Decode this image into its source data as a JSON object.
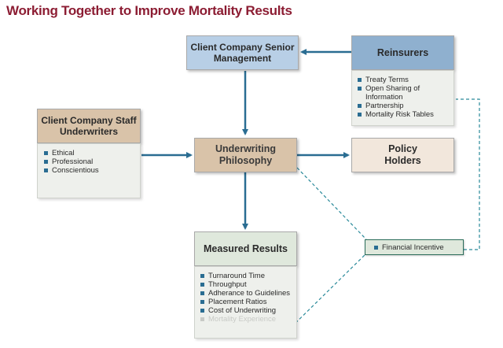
{
  "title": "Working Together to Improve Mortality Results",
  "nodes": {
    "senior_management": {
      "label": "Client Company Senior Management"
    },
    "reinsurers": {
      "label": "Reinsurers",
      "items": [
        "Treaty Terms",
        "Open Sharing of Information",
        "Partnership",
        "Mortality Risk Tables"
      ]
    },
    "staff_underwriters": {
      "label": "Client Company Staff Underwriters",
      "items": [
        "Ethical",
        "Professional",
        "Conscientious"
      ]
    },
    "underwriting_philosophy": {
      "label": "Underwriting Philosophy"
    },
    "policy_holders": {
      "label": "Policy Holders"
    },
    "measured_results": {
      "label": "Measured Results",
      "items": [
        "Turnaround Time",
        "Throughput",
        "Adherance to Guidelines",
        "Placement Ratios",
        "Cost of Underwriting",
        "Mortality Experience"
      ]
    },
    "financial_incentive": {
      "label": "Financial Incentive"
    }
  },
  "colors": {
    "title": "#8c1d33",
    "blue_box": "#b8cfe6",
    "reinsurers_box": "#8fb0cf",
    "tan_box": "#d9c3a9",
    "cream_box": "#f2e7dc",
    "green_box": "#dfe8dc",
    "arrow": "#2a6d92",
    "bullet": "#2a6d92"
  }
}
